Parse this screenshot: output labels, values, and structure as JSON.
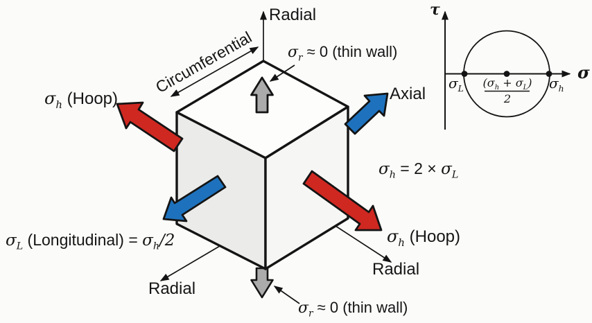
{
  "colors": {
    "background": "#fbfbf9",
    "ink": "#141414",
    "red": "#cf2821",
    "blue": "#1e72bd",
    "gray": "#ababab",
    "face_top": "#fdfdfb",
    "face_left": "#ebebe9",
    "face_right": "#f6f6f4"
  },
  "cube": {
    "axes": {
      "radial_top": "Radial",
      "radial_bottom_left": "Radial",
      "radial_bottom_right": "Radial",
      "circumferential": "Circumferential",
      "axial": "Axial"
    },
    "stresses": {
      "hoop_top": {
        "sym": "σ",
        "sub": "h",
        "rest": " (Hoop)"
      },
      "hoop_bottom": {
        "sym": "σ",
        "sub": "h",
        "rest": " (Hoop)"
      },
      "radial_top_note": {
        "sym": "σ",
        "sub": "r",
        "rest": " ≈ 0 (thin wall)"
      },
      "radial_bottom_note": {
        "sym": "σ",
        "sub": "r",
        "rest": " ≈ 0 (thin wall)"
      }
    },
    "equations": {
      "hoop_eq": {
        "sym1": "σ",
        "sub1": "h",
        "mid": " = 2 × ",
        "sym2": "σ",
        "sub2": "L"
      },
      "long_eq": {
        "sym1": "σ",
        "sub1": "L",
        "mid": " (Longitudinal) = ",
        "sym2": "σ",
        "sub2": "h",
        "rest": "/2"
      }
    }
  },
  "mohr_circle": {
    "tau_axis": "τ",
    "sigma_axis": "σ",
    "left_point": {
      "sym": "σ",
      "sub": "L"
    },
    "right_point": {
      "sym": "σ",
      "sub": "h"
    },
    "center_numerator": {
      "p1": "(σ",
      "s1": "h",
      "p2": " + σ",
      "s2": "L",
      "p3": ")"
    },
    "center_denominator": "2"
  }
}
